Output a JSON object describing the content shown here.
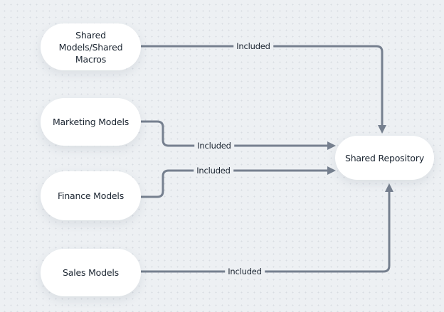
{
  "diagram": {
    "type": "flow-diagram",
    "background_color": "#EDF0F3",
    "dot_color": "#D8DCE2",
    "line_color": "#76808F",
    "node_fill": "#FFFFFF",
    "text_color": "#1B2531",
    "nodes": [
      {
        "id": "shared-models-shared-macros",
        "label": "Shared Models/Shared Macros"
      },
      {
        "id": "marketing-models",
        "label": "Marketing Models"
      },
      {
        "id": "finance-models",
        "label": "Finance Models"
      },
      {
        "id": "sales-models",
        "label": "Sales Models"
      },
      {
        "id": "shared-repository",
        "label": "Shared Repository"
      }
    ],
    "edges": [
      {
        "from": "shared-models-shared-macros",
        "to": "shared-repository",
        "label": "Included"
      },
      {
        "from": "marketing-models",
        "to": "shared-repository",
        "label": "Included"
      },
      {
        "from": "finance-models",
        "to": "shared-repository",
        "label": "Included"
      },
      {
        "from": "sales-models",
        "to": "shared-repository",
        "label": "Included"
      }
    ]
  }
}
